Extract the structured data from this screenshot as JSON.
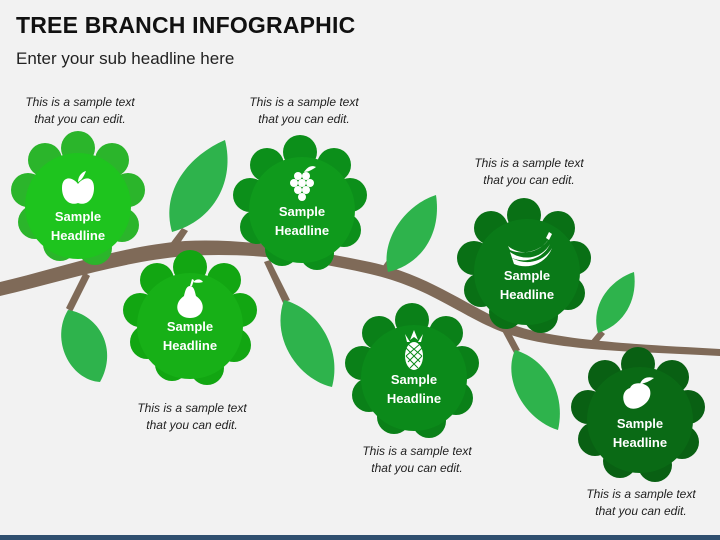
{
  "title": "TREE BRANCH INFOGRAPHIC",
  "subtitle": "Enter your sub headline here",
  "caption_text": [
    "This is a sample text",
    "that you can edit."
  ],
  "items": [
    {
      "label": [
        "Sample",
        "Headline"
      ],
      "icon": "apple-icon",
      "color": "#1ec41e"
    },
    {
      "label": [
        "Sample",
        "Headline"
      ],
      "icon": "pear-icon",
      "color": "#17b017"
    },
    {
      "label": [
        "Sample",
        "Headline"
      ],
      "icon": "grapes-icon",
      "color": "#0f9a1c"
    },
    {
      "label": [
        "Sample",
        "Headline"
      ],
      "icon": "pineapple-icon",
      "color": "#0b8a1a"
    },
    {
      "label": [
        "Sample",
        "Headline"
      ],
      "icon": "bananas-icon",
      "color": "#0a7a18"
    },
    {
      "label": [
        "Sample",
        "Headline"
      ],
      "icon": "mango-icon",
      "color": "#0a6a15"
    }
  ],
  "colors": {
    "branch": "#7f6a58",
    "leaf": "#2eb34c",
    "leaf_light": "#4fcf63"
  }
}
